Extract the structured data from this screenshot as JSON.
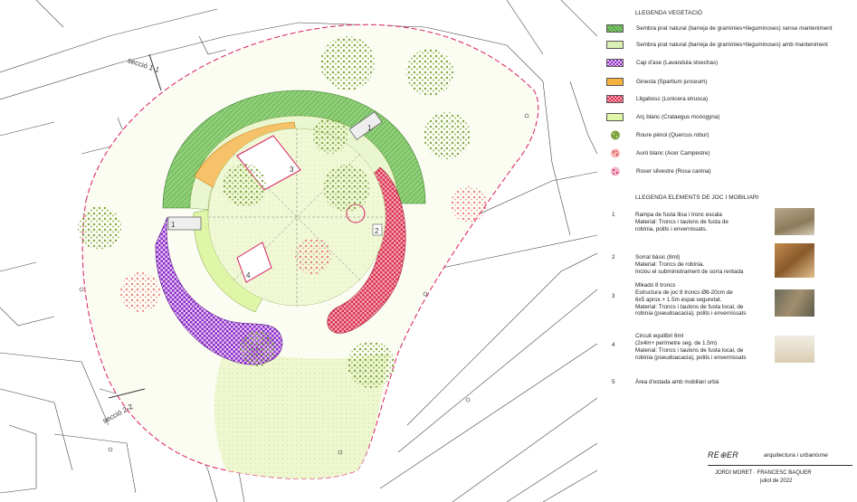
{
  "plan": {
    "section_1": "secció 1-1",
    "section_2": "secció 2-2",
    "markers": [
      "1",
      "1",
      "2",
      "3",
      "4"
    ]
  },
  "vegetation_legend": {
    "title": "LLEGENDA VEGETACIÓ",
    "items": [
      {
        "label": "Sembra prat natural (barreja de gramínies+lleguminoses) sense manteniment",
        "color": "#7cc36b",
        "kind": "green-hatch"
      },
      {
        "label": "Sembra prat natural (barreja de gramínies+lleguminoses) amb manteniment",
        "color": "#dcf2b4",
        "kind": "light-green"
      },
      {
        "label": "Cap d'ase (Lavandula stoechas)",
        "color": "#8a2bc7",
        "kind": "purple-check"
      },
      {
        "label": "Ginesta (Spartium junceum)",
        "color": "#f5b23e",
        "kind": "orange"
      },
      {
        "label": "Lligabosc (Lonicera etrusca)",
        "color": "#e0405c",
        "kind": "red-check"
      },
      {
        "label": "Arç blanc (Crataegus monogyna)",
        "color": "#dff5a8",
        "kind": "lime"
      },
      {
        "label": "Roure pènol (Quercus robur)",
        "color": "#7fa341",
        "kind": "tree-green"
      },
      {
        "label": "Auró blanc (Acer Campestre)",
        "color": "#ef7f7f",
        "kind": "tree-red"
      },
      {
        "label": "Roser silvestre (Rosa canina)",
        "color": "#d9467a",
        "kind": "tree-pink"
      }
    ]
  },
  "elements_legend": {
    "title": "LLEGENDA ELEMENTS DE JOC I MOBILIARI",
    "items": [
      {
        "num": "1",
        "lines": [
          "Rampa de fusta llisa i tronc escala",
          "Material: Troncs i taulons de fusta de",
          "robínia, polits i envernissats."
        ]
      },
      {
        "num": "2",
        "lines": [
          "Sorral bàsic (8ml)",
          "Material: Troncs de robínia.",
          "Inclou el subministrament de sorra rentada"
        ]
      },
      {
        "num": "3",
        "lines": [
          "Mikado 8 troncs",
          "Estructura de joc 8 troncs Ø8-20cm de",
          "6x5 aprox.+ 1.5m espai seguretat.",
          "Material: Troncs i taulons de fusta local, de",
          "robínia (pseudoacacia), polits i envernissats"
        ]
      },
      {
        "num": "4",
        "lines": [
          "Circuit equilibri 6ml",
          "(2x4m+ perímetre seg. de 1.5m)",
          "Material: Troncs i taulons de fusta local, de",
          "robínia (pseudoacacia), polits i envernissats"
        ]
      },
      {
        "num": "5",
        "lines": [
          "Àrea d'estada amb mobiliari urbà"
        ]
      }
    ]
  },
  "credits": {
    "brand": "RE⊕ER",
    "subtitle": "arquitectura i urbanisme",
    "authors": "JORDI MORET · FRANCESC BAQUER",
    "date": "juliol de 2022"
  }
}
